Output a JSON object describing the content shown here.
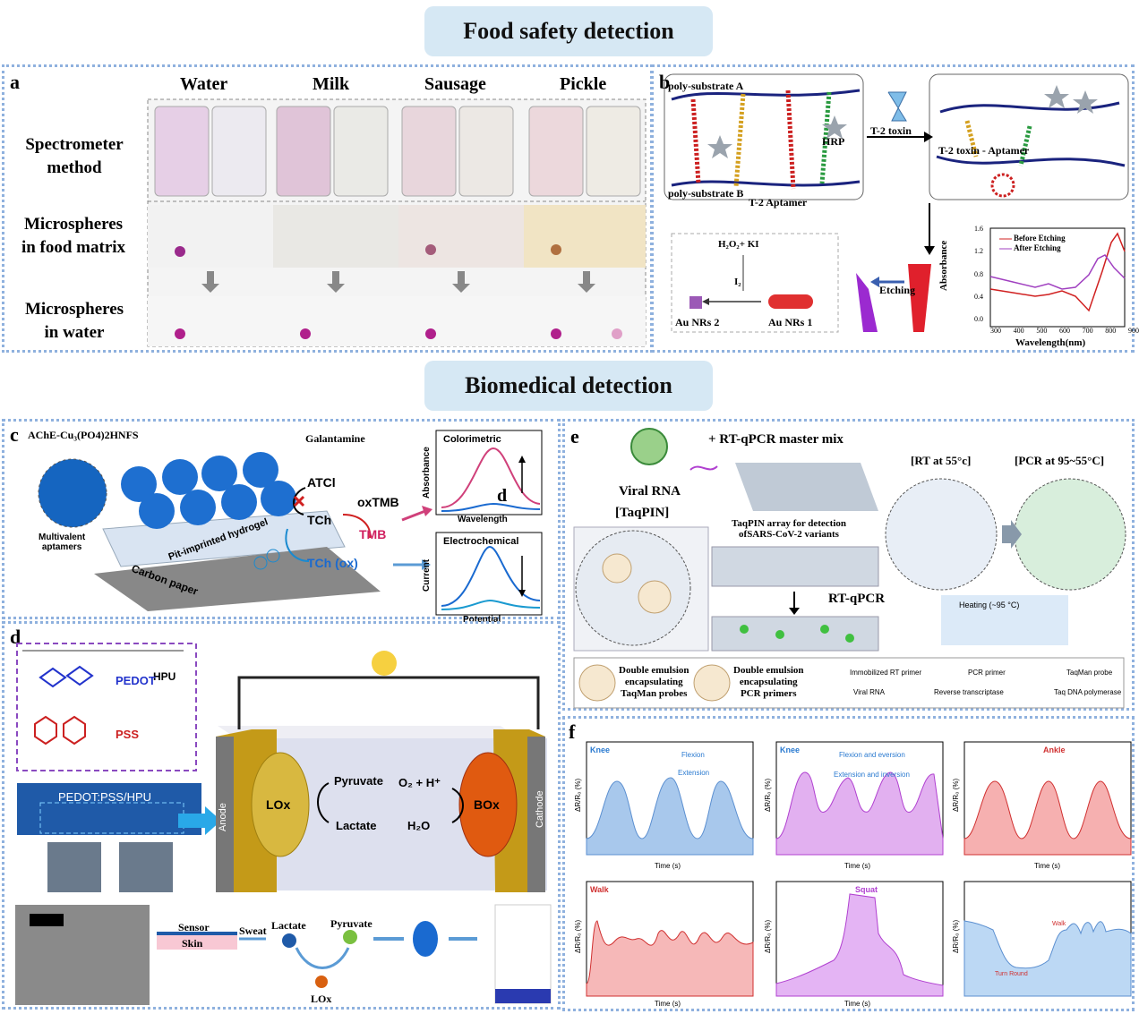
{
  "banners": {
    "food": "Food safety detection",
    "bio": "Biomedical detection"
  },
  "panel_a": {
    "label": "a",
    "columns": [
      "Water",
      "Milk",
      "Sausage",
      "Pickle"
    ],
    "rows": [
      "Spectrometer\nmethod",
      "Microspheres\nin food matrix",
      "Microspheres\nin water"
    ]
  },
  "panel_b": {
    "label": "b",
    "poly_a": "poly-substrate A",
    "poly_b": "poly-substrate B",
    "hrp": "HRP",
    "t2_aptamer": "T-2 Aptamer",
    "t2_toxin": "T-2 toxin",
    "toxin_aptamer": "T-2 toxin - Aptamer",
    "h2o2_ki": "H₂O₂+ KI",
    "i2": "I₂",
    "au2": "Au NRs 2",
    "au1": "Au NRs 1",
    "etching": "Etching",
    "chart": {
      "xlabel": "Wavelength(nm)",
      "ylabel": "Absorbance",
      "xticks": [
        "300",
        "400",
        "500",
        "600",
        "700",
        "800",
        "900"
      ],
      "yticks": [
        "0.0",
        "0.4",
        "0.8",
        "1.2",
        "1.6"
      ],
      "legend": [
        "Before Etching",
        "After Etching"
      ]
    }
  },
  "panel_c": {
    "label": "c",
    "title": "AChE-Cu₃(PO4)2HNFS",
    "galantamine": "Galantamine",
    "atci": "ATCl",
    "tch": "TCh",
    "oxtmb": "oxTMB",
    "tmb": "TMB",
    "tch_ox": "TCh (ox)",
    "e": "e",
    "hydrogel": "Pit-imprinted hydrogel",
    "carbon": "Carbon paper",
    "aptamers": "Multivalent\naptamers",
    "colorimetric": "Colorimetric",
    "absorbance": "Absorbance",
    "wavelength": "Wavelength",
    "electrochemical": "Electrochemical",
    "current": "Current",
    "potential": "Potential",
    "d_mark": "d"
  },
  "panel_d": {
    "label": "d",
    "hpu": "HPU",
    "pedot": "PEDOT",
    "pss": "PSS",
    "device": "PEDOT:PSS/HPU",
    "anode": "Anode",
    "cathode": "Cathode",
    "lox": "LOx",
    "box": "BOx",
    "pyruvate": "Pyruvate",
    "lactate": "Lactate",
    "o2h": "O₂ + H⁺",
    "h2o": "H₂O",
    "sensor": "Sensor",
    "skin": "Skin",
    "sweat": "Sweat",
    "lactate2": "Lactate",
    "pyruvate2": "Pyruvate",
    "lox2": "LOx"
  },
  "panel_e": {
    "label": "e",
    "viral_rna": "Viral RNA",
    "master_mix": "+ RT-qPCR master mix",
    "taqpin": "[TaqPIN]",
    "array": "TaqPIN array for detection\nofSARS-CoV-2 variants",
    "rt": "[RT at 55°c]",
    "pcr": "[PCR at 95~55°C]",
    "rtqpcr": "RT-qPCR",
    "heating": "Heating (~95 °C)",
    "legend": {
      "de1": "Double emulsion\nencapsulating\nTaqMan probes",
      "de2": "Double emulsion\nencapsulating\nPCR primers",
      "rt_primer": "Immobilized RT primer",
      "pcr_primer": "PCR primer",
      "taqman": "TaqMan probe",
      "viral": "Viral RNA",
      "rtase": "Reverse transcriptase",
      "taq": "Taq DNA polymerase"
    }
  },
  "panel_f": {
    "label": "f",
    "ylabel": "ΔR/R₀ (%)",
    "xlabel": "Time (s)",
    "charts": [
      {
        "title": "Knee",
        "note1": "Flexion",
        "note2": "Extension"
      },
      {
        "title": "Knee",
        "note1": "Flexion and eversion",
        "note2": "Extension and inversion"
      },
      {
        "title": "Ankle",
        "note1": "",
        "note2": ""
      },
      {
        "title": "Walk",
        "note1": "",
        "note2": ""
      },
      {
        "title": "Squat",
        "note1": "",
        "note2": ""
      },
      {
        "title": "",
        "note1": "Turn Round",
        "note2": "Walk"
      }
    ]
  },
  "colors": {
    "banner": "#d6e8f4",
    "border": "#8fb1de",
    "blue": "#5b9bd5",
    "red": "#e04040",
    "purple": "#b040d0"
  }
}
